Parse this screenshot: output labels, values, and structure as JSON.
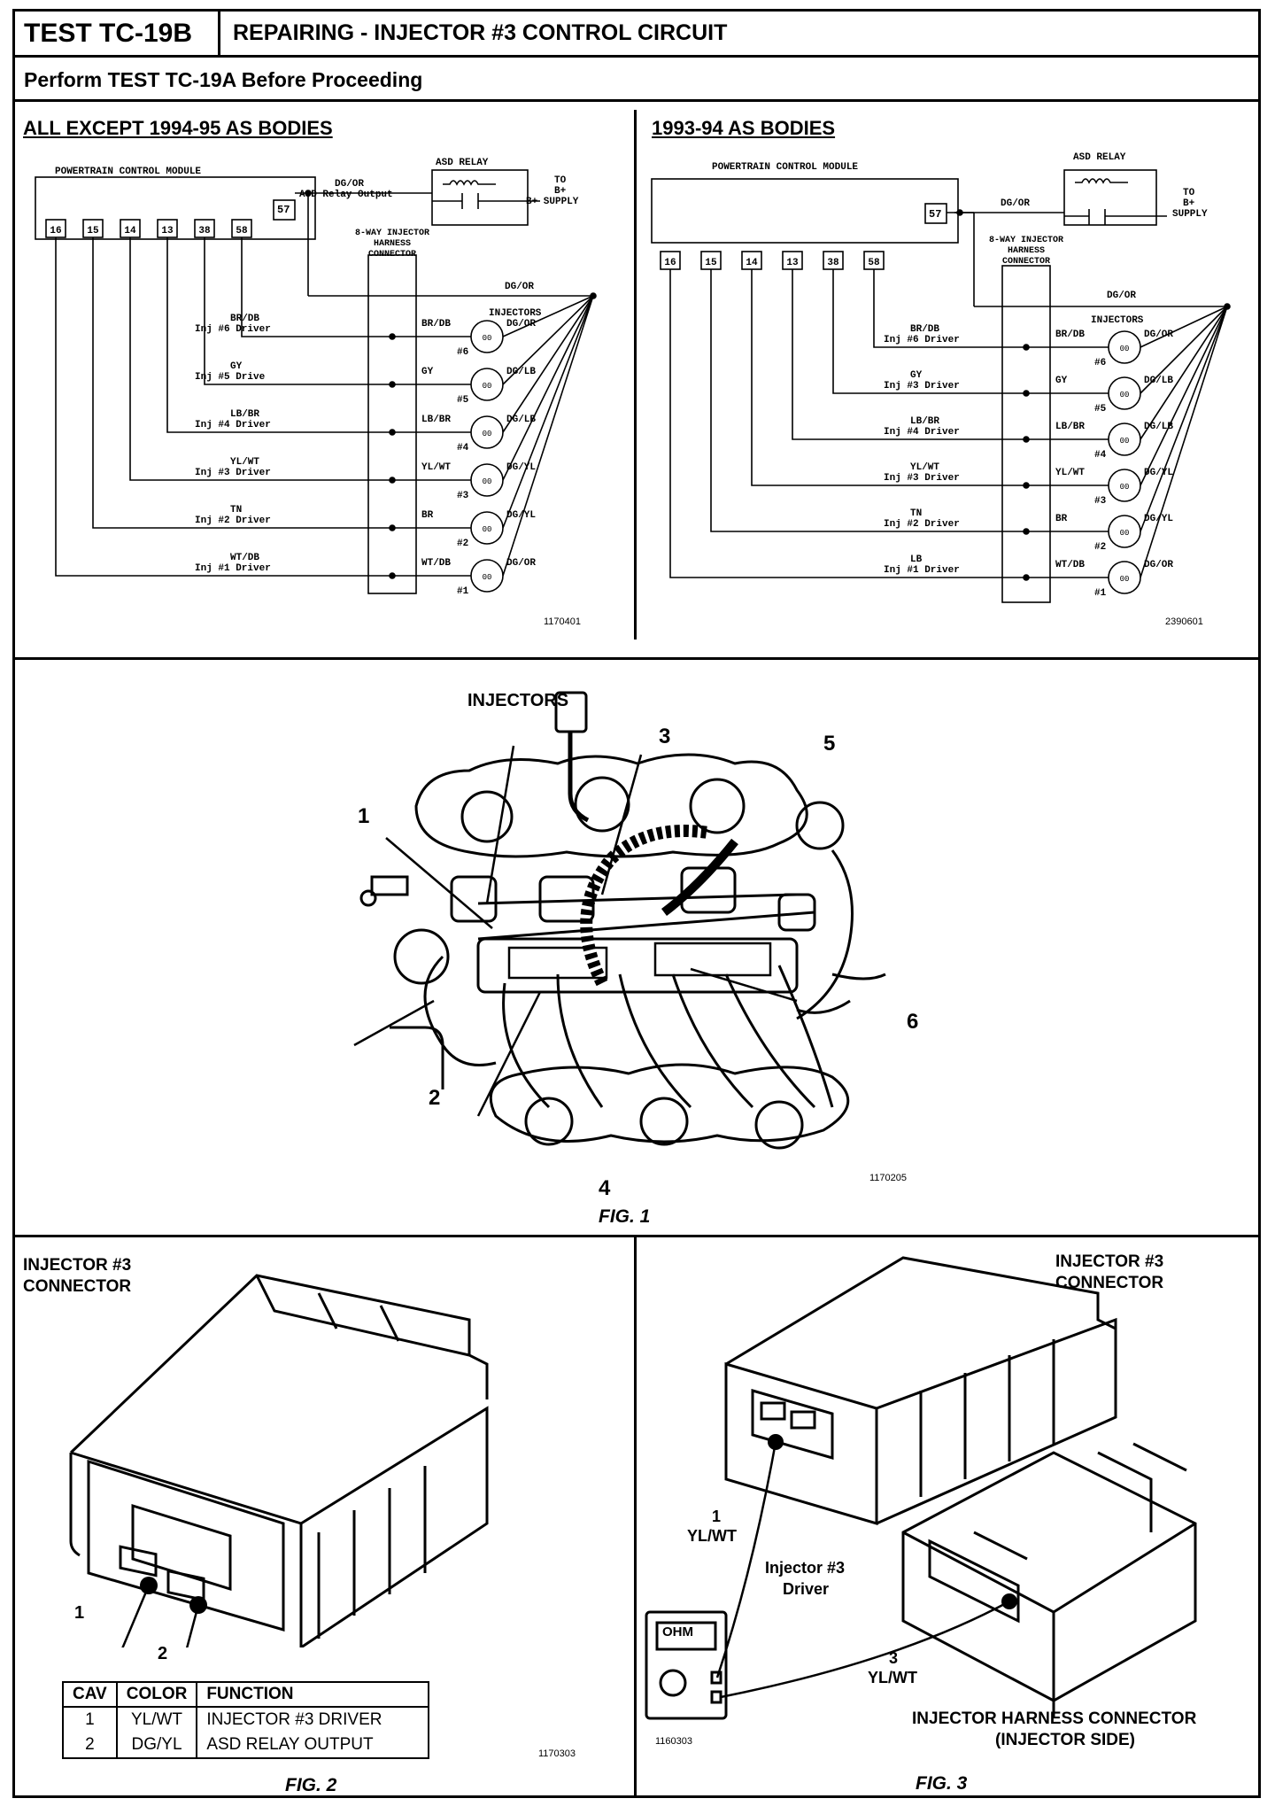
{
  "header": {
    "test_id": "TEST TC-19B",
    "title": "REPAIRING - INJECTOR #3 CONTROL CIRCUIT",
    "subtitle": "Perform TEST TC-19A Before Proceeding"
  },
  "left_schematic": {
    "heading": "ALL EXCEPT 1994-95 AS BODIES",
    "pcm_label": "POWERTRAIN CONTROL MODULE",
    "pins": [
      "16",
      "15",
      "14",
      "13",
      "38",
      "58"
    ],
    "asd_pin": "57",
    "asd_wire": "DG/OR",
    "asd_output": "ASD Relay Output",
    "relay_label": "ASD RELAY",
    "supply_to": "TO",
    "supply_b": "B+",
    "supply": "B+ SUPPLY",
    "connector_label": "8-WAY INJECTOR HARNESS CONNECTOR",
    "feed_wire": "DG/OR",
    "injectors_label": "INJECTORS",
    "code": "1170401",
    "drivers": [
      {
        "wire": "BR/DB",
        "driver": "Inj #6 Driver",
        "num": "#6",
        "feed": "DG/OR"
      },
      {
        "wire": "GY",
        "driver": "Inj #5 Drive",
        "num": "#5",
        "feed": "DG/LB"
      },
      {
        "wire": "LB/BR",
        "driver": "Inj #4 Driver",
        "num": "#4",
        "feed": "DG/LB"
      },
      {
        "wire": "YL/WT",
        "driver": "Inj #3 Driver",
        "num": "#3",
        "feed": "DG/YL"
      },
      {
        "wire": "TN",
        "wire_right": "BR",
        "driver": "Inj #2 Driver",
        "num": "#2",
        "feed": "DG/YL"
      },
      {
        "wire": "WT/DB",
        "driver": "Inj #1 Driver",
        "num": "#1",
        "feed": "DG/OR"
      }
    ]
  },
  "right_schematic": {
    "heading": "1993-94 AS BODIES",
    "pcm_label": "POWERTRAIN CONTROL MODULE",
    "pins": [
      "16",
      "15",
      "14",
      "13",
      "38",
      "58"
    ],
    "asd_pin": "57",
    "asd_wire": "DG/OR",
    "relay_label": "ASD RELAY",
    "supply_to": "TO",
    "supply_b": "B+",
    "supply": "SUPPLY",
    "connector_label": "8-WAY INJECTOR HARNESS CONNECTOR",
    "feed_wire": "DG/OR",
    "injectors_label": "INJECTORS",
    "code": "2390601",
    "drivers": [
      {
        "wire": "BR/DB",
        "driver": "Inj #6 Driver",
        "right_wire": "BR/DB",
        "num": "#6",
        "feed": "DG/OR"
      },
      {
        "wire": "GY",
        "driver": "Inj #3 Driver",
        "right_wire": "GY",
        "num": "#5",
        "feed": "DG/LB"
      },
      {
        "wire": "LB/BR",
        "driver": "Inj #4 Driver",
        "right_wire": "LB/BR",
        "num": "#4",
        "feed": "DG/LB"
      },
      {
        "wire": "YL/WT",
        "driver": "Inj #3 Driver",
        "right_wire": "YL/WT",
        "num": "#3",
        "feed": "DG/YL"
      },
      {
        "wire": "TN",
        "driver": "Inj #2 Driver",
        "right_wire": "BR",
        "num": "#2",
        "feed": "DG/YL"
      },
      {
        "wire": "LB",
        "driver": "Inj #1 Driver",
        "right_wire": "WT/DB",
        "num": "#1",
        "feed": "DG/OR"
      }
    ]
  },
  "fig1": {
    "title": "INJECTORS",
    "callouts": [
      "1",
      "2",
      "3",
      "4",
      "5",
      "6"
    ],
    "code": "1170205",
    "caption": "FIG. 1"
  },
  "fig2": {
    "title_line1": "INJECTOR #3",
    "title_line2": "CONNECTOR",
    "callouts": [
      "1",
      "2"
    ],
    "table": {
      "headers": [
        "CAV",
        "COLOR",
        "FUNCTION"
      ],
      "rows": [
        [
          "1",
          "YL/WT",
          "INJECTOR #3 DRIVER"
        ],
        [
          "2",
          "DG/YL",
          "ASD RELAY OUTPUT"
        ]
      ]
    },
    "code": "1170303",
    "caption": "FIG. 2"
  },
  "fig3": {
    "title_line1": "INJECTOR #3",
    "title_line2": "CONNECTOR",
    "probe1_num": "1",
    "probe1_wire": "YL/WT",
    "mid_label1": "Injector #3",
    "mid_label2": "Driver",
    "probe3_num": "3",
    "probe3_wire": "YL/WT",
    "meter_label": "OHM",
    "harness_line1": "INJECTOR HARNESS CONNECTOR",
    "harness_line2": "(INJECTOR SIDE)",
    "code": "1160303",
    "caption": "FIG. 3"
  }
}
